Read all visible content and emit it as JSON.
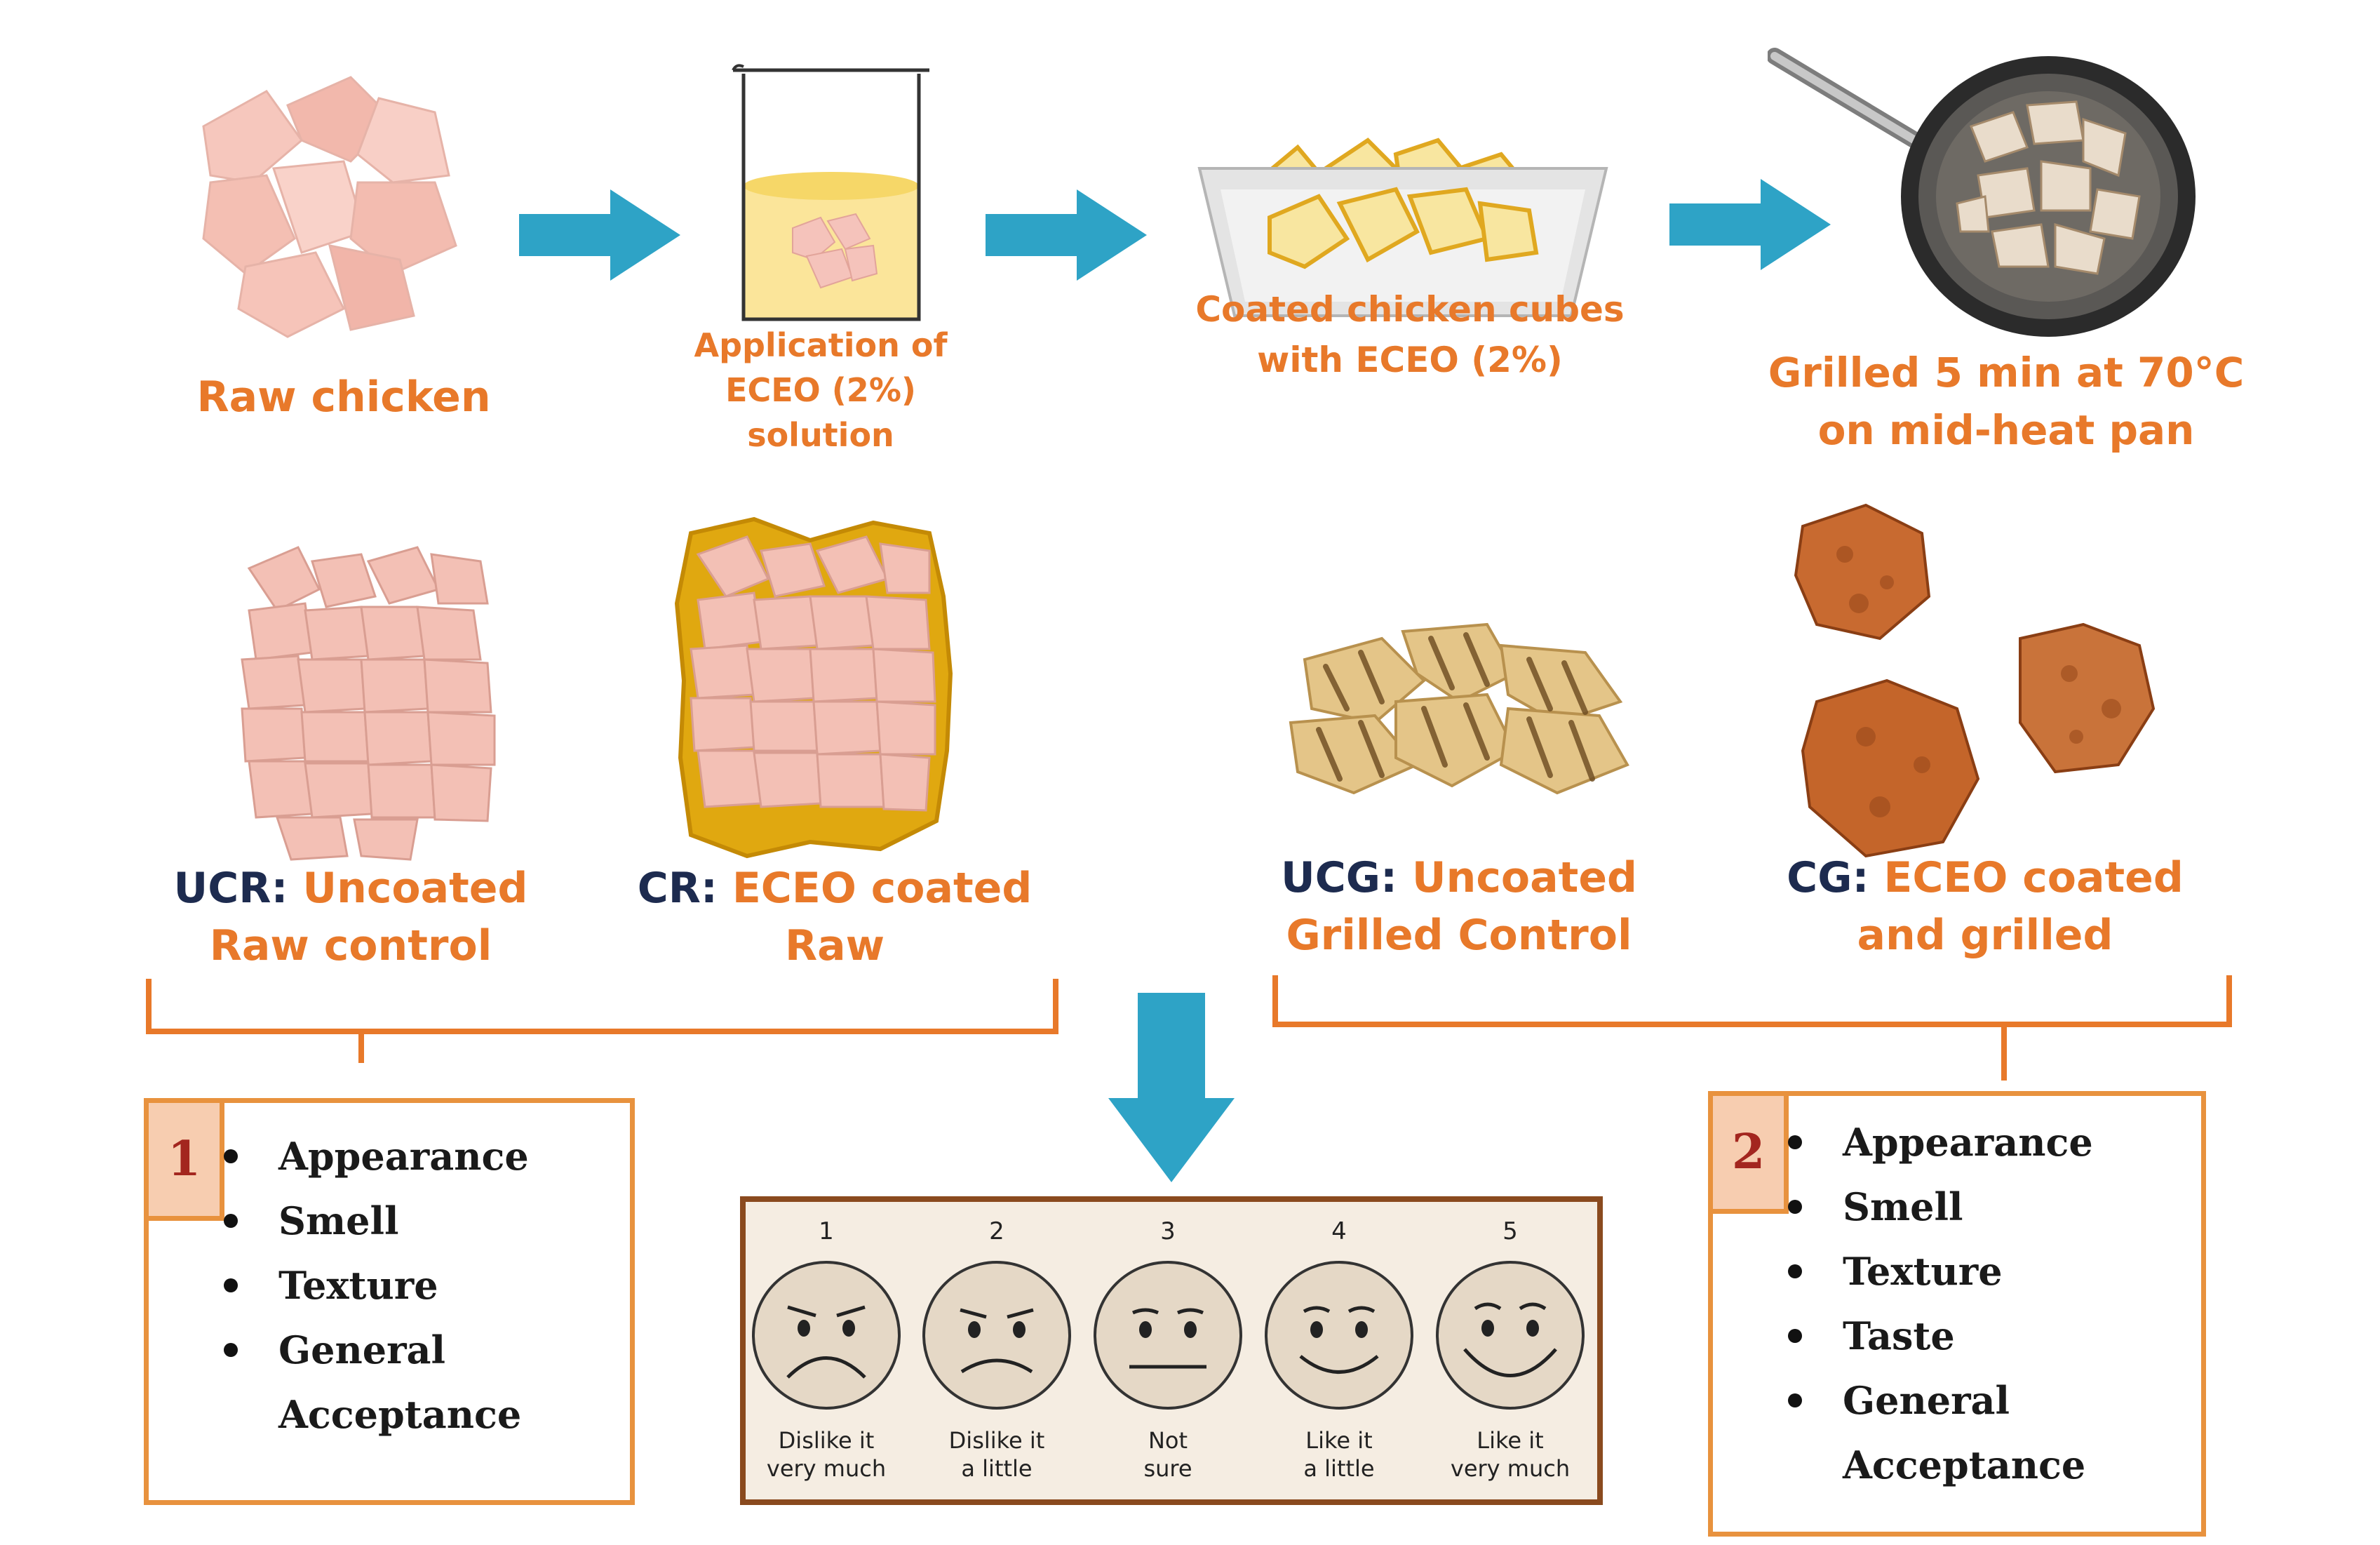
{
  "steps": [
    {
      "caption": "Raw chicken"
    },
    {
      "caption": "Application of ECEO (2%) solution"
    },
    {
      "caption": "Coated chicken cubes with ECEO (2%)"
    },
    {
      "caption": "Grilled 5 min at 70°C on mid-heat pan"
    }
  ],
  "samples": [
    {
      "code": "UCR:",
      "name": "Uncoated Raw control"
    },
    {
      "code": "CR:",
      "name": "ECEO coated Raw"
    },
    {
      "code": "UCG:",
      "name": "Uncoated Grilled Control"
    },
    {
      "code": "CG:",
      "name": "ECEO coated and grilled"
    }
  ],
  "panel1": {
    "badge": "1",
    "items": [
      "Appearance",
      "Smell",
      "Texture",
      "General",
      "Acceptance"
    ]
  },
  "panel2": {
    "badge": "2",
    "items": [
      "Appearance",
      "Smell",
      "Texture",
      "Taste",
      "General",
      "Acceptance"
    ]
  },
  "hedonic_scale": [
    {
      "num": "1",
      "label_1": "Dislike it",
      "label_2": "very much",
      "mood": "very-sad"
    },
    {
      "num": "2",
      "label_1": "Dislike it",
      "label_2": "a little",
      "mood": "sad"
    },
    {
      "num": "3",
      "label_1": "Not",
      "label_2": "sure",
      "mood": "neutral"
    },
    {
      "num": "4",
      "label_1": "Like it",
      "label_2": "a little",
      "mood": "happy"
    },
    {
      "num": "5",
      "label_1": "Like it",
      "label_2": "very much",
      "mood": "very-happy"
    }
  ],
  "colors": {
    "arrow": "#2ea3c6",
    "caption": "#e8792a",
    "code": "#1d2b4f",
    "bracket": "#e8792a",
    "panel_border": "#e8923e",
    "badge_fill": "#f7cdb0",
    "scale_border": "#8a4a1e",
    "scale_fill": "#f5ede2"
  },
  "icons": [
    "raw-chicken-image",
    "beaker-icon",
    "coating-tray-icon",
    "frying-pan-icon",
    "raw-cubes-image",
    "coated-raw-cubes-image",
    "grilled-chicken-image",
    "coated-grilled-chicken-image",
    "smiley-face-icon"
  ]
}
